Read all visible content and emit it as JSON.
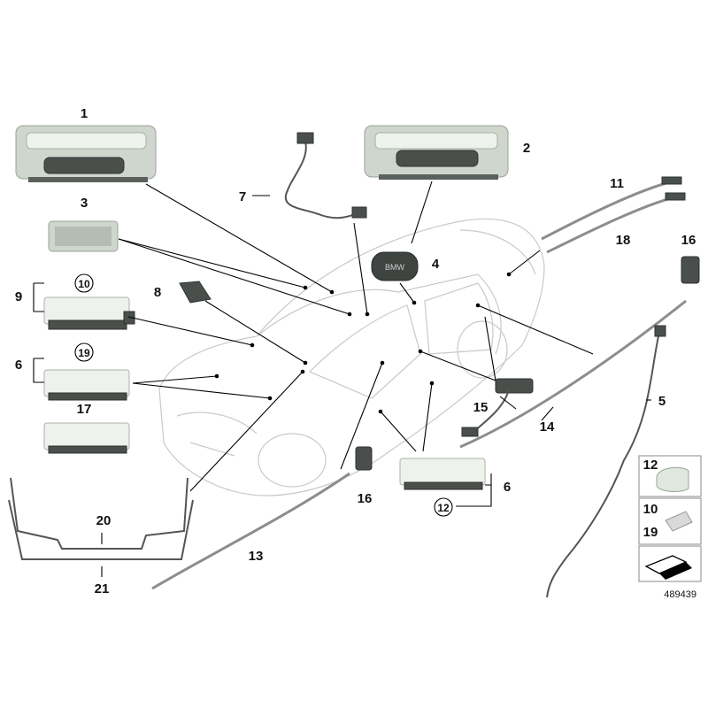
{
  "callouts": [
    {
      "id": "c1",
      "text": "1"
    },
    {
      "id": "c2",
      "text": "2"
    },
    {
      "id": "c3",
      "text": "3"
    },
    {
      "id": "c4",
      "text": "4"
    },
    {
      "id": "c5",
      "text": "5"
    },
    {
      "id": "c6a",
      "text": "6"
    },
    {
      "id": "c6b",
      "text": "6"
    },
    {
      "id": "c7",
      "text": "7"
    },
    {
      "id": "c8",
      "text": "8"
    },
    {
      "id": "c9",
      "text": "9"
    },
    {
      "id": "c10",
      "text": "10"
    },
    {
      "id": "c11",
      "text": "11"
    },
    {
      "id": "c12",
      "text": "12"
    },
    {
      "id": "c13",
      "text": "13"
    },
    {
      "id": "c14",
      "text": "14"
    },
    {
      "id": "c15",
      "text": "15"
    },
    {
      "id": "c16a",
      "text": "16"
    },
    {
      "id": "c16b",
      "text": "16"
    },
    {
      "id": "c17",
      "text": "17"
    },
    {
      "id": "c18",
      "text": "18"
    },
    {
      "id": "c19",
      "text": "19"
    },
    {
      "id": "c20",
      "text": "20"
    },
    {
      "id": "c21",
      "text": "21"
    }
  ],
  "legend": {
    "box1_label": "12",
    "box2_label_top": "10",
    "box2_label_bottom": "19"
  },
  "emblem_text": "BMW",
  "diagram_number": "489439"
}
